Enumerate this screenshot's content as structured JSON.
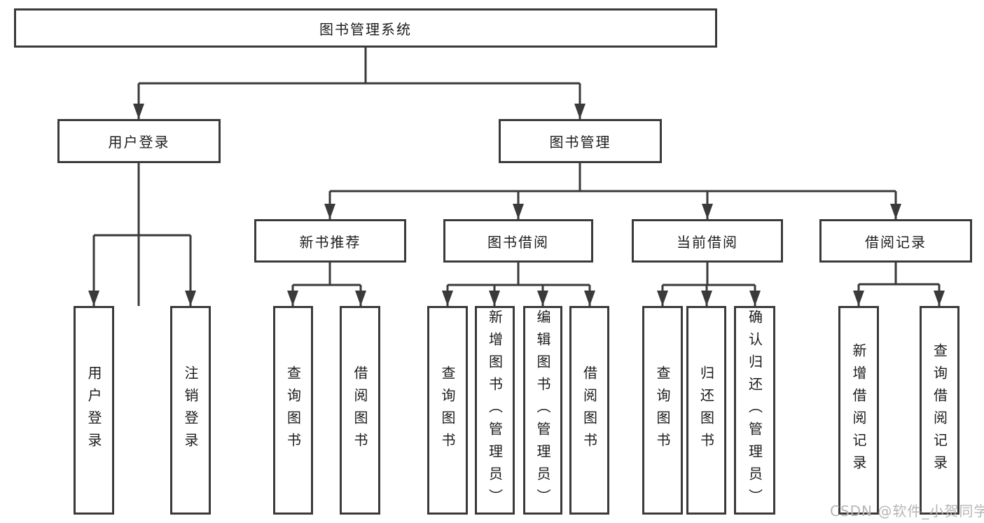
{
  "diagram_title": "图书管理系统",
  "watermark": "CSDN @软件_小贺同学",
  "colors": {
    "line": "#3a3a3a",
    "text": "#1c1c1c",
    "background": "#ffffff",
    "watermark": "#b6b6b6"
  },
  "nodes": {
    "root": {
      "label": "图书管理系统"
    },
    "level2": [
      {
        "id": "user-login",
        "label": "用户登录"
      },
      {
        "id": "book-management",
        "label": "图书管理"
      }
    ],
    "level3": [
      {
        "id": "new-book-recommend",
        "label": "新书推荐",
        "parent": "图书管理"
      },
      {
        "id": "book-borrow",
        "label": "图书借阅",
        "parent": "图书管理"
      },
      {
        "id": "current-borrow",
        "label": "当前借阅",
        "parent": "图书管理"
      },
      {
        "id": "borrow-records",
        "label": "借阅记录",
        "parent": "图书管理"
      }
    ],
    "leaves": [
      {
        "label": "用户登录",
        "parent": "用户登录"
      },
      {
        "label": "注销登录",
        "parent": "用户登录"
      },
      {
        "label": "查询图书",
        "parent": "新书推荐"
      },
      {
        "label": "借阅图书",
        "parent": "新书推荐"
      },
      {
        "label": "查询图书",
        "parent": "图书借阅"
      },
      {
        "label": "新增图书（管理员）",
        "parent": "图书借阅"
      },
      {
        "label": "编辑图书（管理员）",
        "parent": "图书借阅"
      },
      {
        "label": "借阅图书",
        "parent": "图书借阅"
      },
      {
        "label": "查询图书",
        "parent": "当前借阅"
      },
      {
        "label": "归还图书",
        "parent": "当前借阅"
      },
      {
        "label": "确认归还（管理员）",
        "parent": "当前借阅"
      },
      {
        "label": "新增借阅记录",
        "parent": "借阅记录"
      },
      {
        "label": "查询借阅记录",
        "parent": "借阅记录"
      }
    ]
  }
}
